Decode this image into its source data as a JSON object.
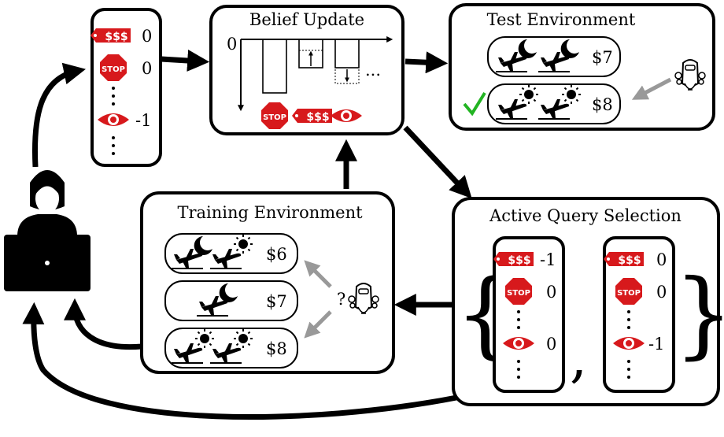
{
  "titles": {
    "belief": "Belief Update",
    "test": "Test Environment",
    "training": "Training Environment",
    "active": "Active Query Selection"
  },
  "icon_labels": {
    "price_tag": "$$$",
    "stop": "STOP"
  },
  "weights_top": {
    "price": "0",
    "stop": "0",
    "eye": "-1"
  },
  "belief_chart": {
    "zero": "0",
    "ellipsis": "..."
  },
  "test_env": {
    "option1_price": "$7",
    "option2_price": "$8"
  },
  "training_env": {
    "option1_price": "$6",
    "option2_price": "$7",
    "option3_price": "$8",
    "question": "?"
  },
  "active_query": {
    "left": {
      "price": "-1",
      "stop": "0",
      "eye": "0"
    },
    "right": {
      "price": "0",
      "stop": "0",
      "eye": "-1"
    }
  },
  "colors": {
    "red": "#d7191c",
    "check": "#22b422",
    "gray_arrow": "#999999",
    "black": "#000000"
  }
}
